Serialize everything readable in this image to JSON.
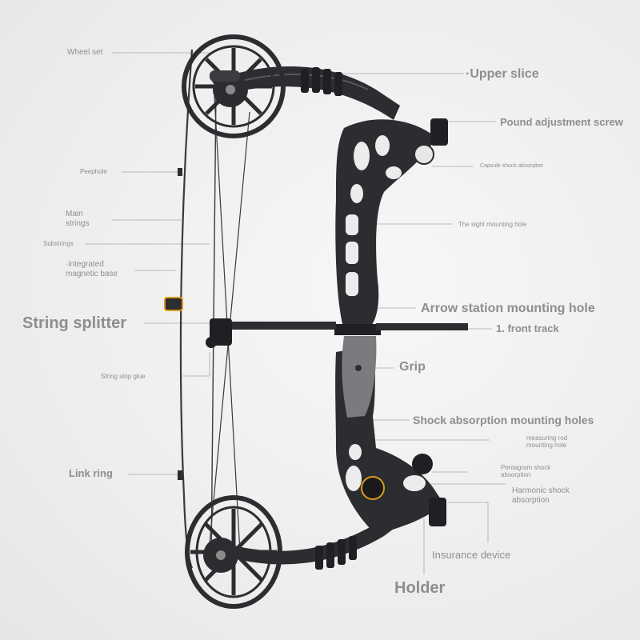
{
  "labels": {
    "wheel_set": "Wheel set",
    "upper_slice": "·Upper slice",
    "pound_adjustment_screw": "Pound adjustment screw",
    "capsule_shock_absorber": "Capsule shock absorpber",
    "peephole": "Peephole",
    "main_strings": "Main\nstrings",
    "sight_mounting_hole": "The sight mounting hole",
    "substrings": "Substrings",
    "integrated_magnetic_base": "·integrated\nmagnetic base",
    "arrow_station_mounting_hole": "Arrow station mounting hole",
    "string_splitter": "String splitter",
    "front_track": "1. front track",
    "grip": "Grip",
    "string_stop_glue": "String stop glue",
    "shock_absorption_mounting_holes": "Shock absorption mounting holes",
    "measuring_rod_mounting_hole": "measuring rod\nmounting hole",
    "pentagram_shock_absorption": "Pentagram shock\nabsorption",
    "harmonic_shock_absorption": "Harmonic shock\nabsorption",
    "link_ring": "Link ring",
    "insurance_device": "Insurance device",
    "holder": "Holder"
  },
  "colors": {
    "background": "#ececec",
    "bow_body": "#2c2d30",
    "bow_highlight": "#4b4d52",
    "grip": "#7a7b7f",
    "leader_line": "#a8a8a8",
    "label_text": "#8e8e8e",
    "accent_gold": "#d99a1a"
  }
}
